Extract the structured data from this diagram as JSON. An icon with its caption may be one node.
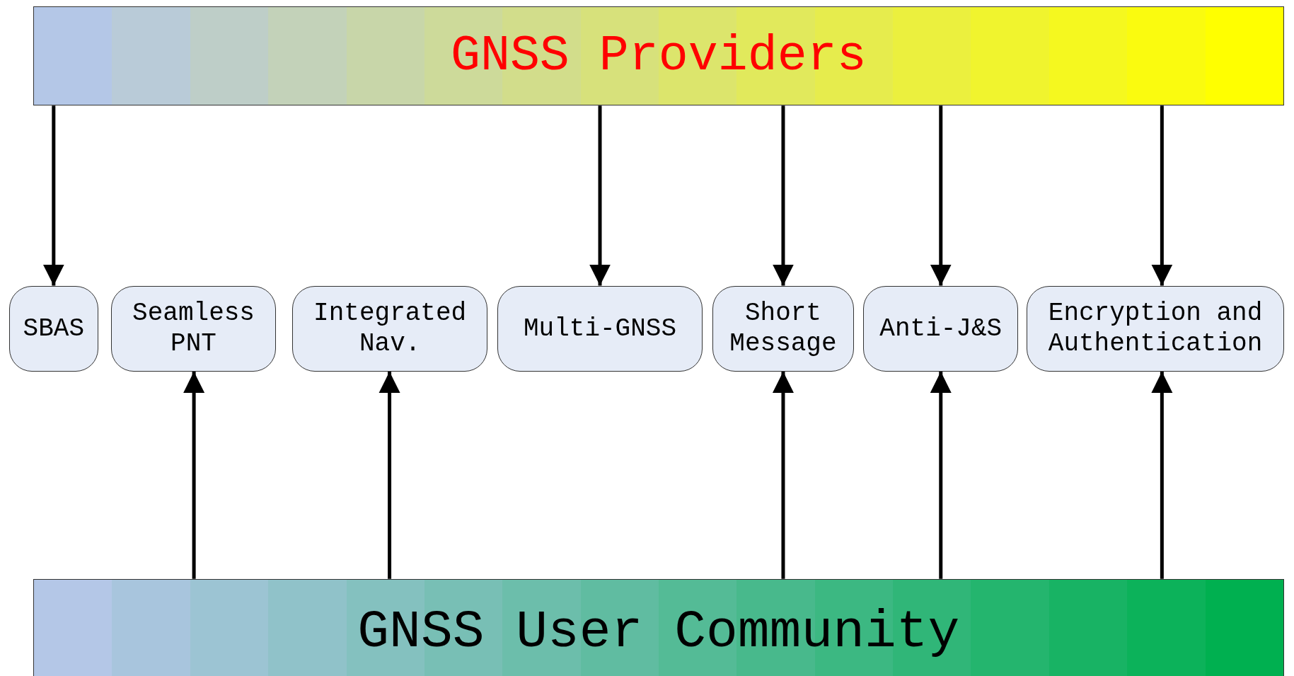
{
  "diagram": {
    "nodes": [
      {
        "text": [
          "GNSS Providers"
        ]
      },
      {
        "text": [
          "GNSS User Community"
        ]
      },
      {
        "text": [
          "SBAS"
        ]
      },
      {
        "text": [
          "Seamless PNT"
        ]
      },
      {
        "text": [
          "Integrated Nav."
        ]
      },
      {
        "text": [
          "Multi-GNSS"
        ]
      },
      {
        "text": [
          "Short Message"
        ]
      },
      {
        "text": [
          "Anti-J&S"
        ]
      },
      {
        "text": [
          "Encryption and Authentication"
        ]
      }
    ],
    "edges": [
      {
        "from": 0,
        "to": 2,
        "arrow": "to"
      },
      {
        "from": 0,
        "to": 5,
        "arrow": "to"
      },
      {
        "from": 0,
        "to": 6,
        "arrow": "to"
      },
      {
        "from": 0,
        "to": 7,
        "arrow": "to"
      },
      {
        "from": 0,
        "to": 8,
        "arrow": "to"
      },
      {
        "from": 1,
        "to": 3,
        "arrow": "to"
      },
      {
        "from": 1,
        "to": 4,
        "arrow": "to"
      },
      {
        "from": 1,
        "to": 6,
        "arrow": "to"
      },
      {
        "from": 1,
        "to": 7,
        "arrow": "to"
      },
      {
        "from": 1,
        "to": 8,
        "arrow": "to"
      }
    ]
  }
}
